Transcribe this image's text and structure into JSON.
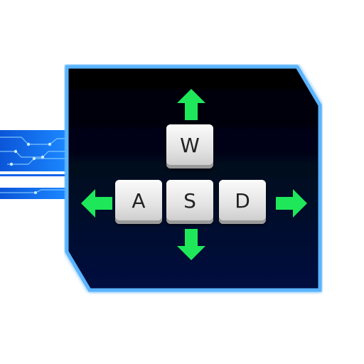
{
  "keys": {
    "up": "W",
    "left": "A",
    "down": "S",
    "right": "D"
  },
  "colors": {
    "arrow": "#1ee85a",
    "panel_border": "#5ab4ff",
    "panel_fill_top": "#000000",
    "panel_fill_bottom": "#001040",
    "circuit": "#1a6cf0"
  },
  "icons": {
    "up": "arrow-up-icon",
    "down": "arrow-down-icon",
    "left": "arrow-left-icon",
    "right": "arrow-right-icon"
  }
}
